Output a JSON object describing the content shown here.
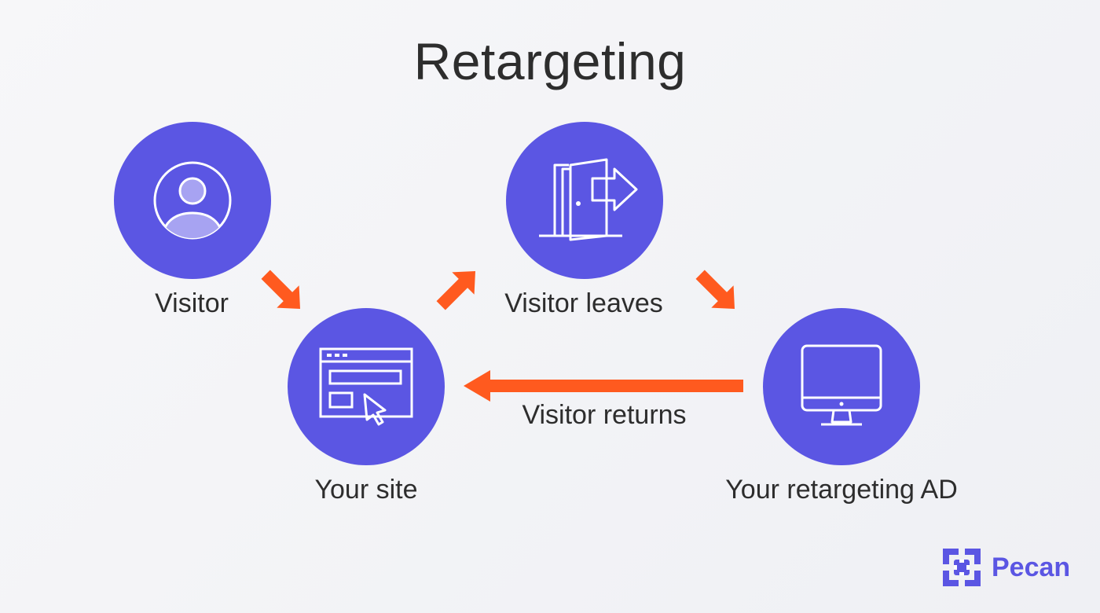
{
  "title": "Retargeting",
  "colors": {
    "node_fill": "#5b56e3",
    "arrow": "#ff5a1f",
    "text": "#2d2d2d",
    "brand": "#5b56e3"
  },
  "nodes": [
    {
      "id": "visitor",
      "label": "Visitor",
      "icon": "user-icon"
    },
    {
      "id": "your-site",
      "label": "Your site",
      "icon": "browser-cursor-icon"
    },
    {
      "id": "visitor-leaves",
      "label": "Visitor leaves",
      "icon": "exit-door-icon"
    },
    {
      "id": "retargeting-ad",
      "label": "Your retargeting AD",
      "icon": "monitor-icon"
    }
  ],
  "edges": [
    {
      "from": "visitor",
      "to": "your-site",
      "label": ""
    },
    {
      "from": "your-site",
      "to": "visitor-leaves",
      "label": ""
    },
    {
      "from": "visitor-leaves",
      "to": "retargeting-ad",
      "label": ""
    },
    {
      "from": "retargeting-ad",
      "to": "your-site",
      "label": "Visitor returns"
    }
  ],
  "brand": {
    "name": "Pecan",
    "icon": "pecan-logo-icon"
  }
}
